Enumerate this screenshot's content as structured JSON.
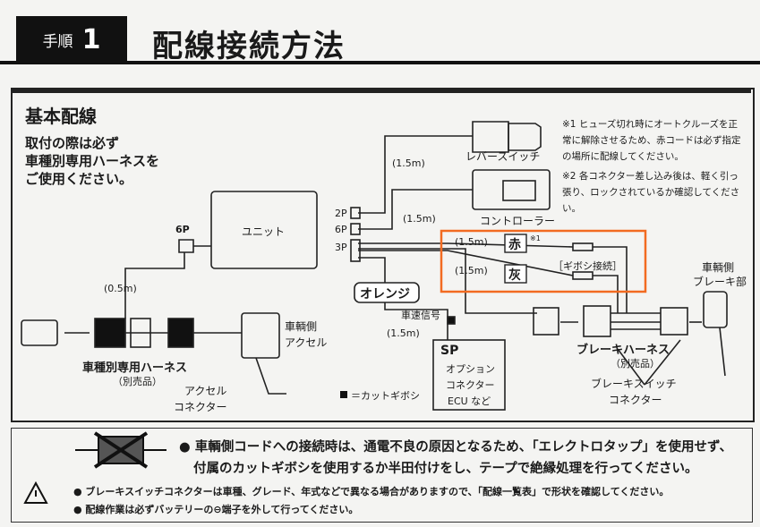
{
  "header": {
    "step_label": "手順",
    "step_number": "1",
    "title": "配線接続方法"
  },
  "section": {
    "title": "基本配線",
    "install_note_lines": [
      "取付の際は必ず",
      "車種別専用ハーネスを",
      "ご使用ください。"
    ]
  },
  "notes": {
    "note1": "※1 ヒューズ切れ時にオートクルーズを正常に解除させるため、赤コードは必ず指定の場所に配線してください。",
    "note2": "※2 各コネクター差し込み後は、軽く引っ張り、ロックされているか確認してください。"
  },
  "diagram": {
    "lever_switch": "レバースイッチ",
    "controller": "コントローラー",
    "unit": "ユニット",
    "port_2p": "2P",
    "port_6p": "6P",
    "port_3p": "3P",
    "port_6p_left": "6P",
    "len_lever": "(1.5m)",
    "len_controller": "(1.5m)",
    "len_red": "(1.5m)",
    "len_gray": "(1.5m)",
    "len_speed": "(1.5m)",
    "len_harness": "(0.5m)",
    "red_tag": "赤",
    "red_note_mark": "※1",
    "gray_tag": "灰",
    "gibosi_label": "［ギボシ接続］",
    "orange_tag": "オレンジ",
    "speed_signal": "車速信号",
    "sp_title": "SP",
    "sp_line1": "オプション",
    "sp_line2": "コネクター",
    "sp_line3": "ECU など",
    "cut_gibosi_legend": "＝カットギボシ",
    "vehicle_accel_1": "車輌側",
    "vehicle_accel_2": "アクセル",
    "accel_connector_1": "アクセル",
    "accel_connector_2": "コネクター",
    "harness_title": "車種別専用ハーネス",
    "harness_sub": "（別売品）",
    "brake_harness": "ブレーキハーネス",
    "brake_harness_sub": "（別売品）",
    "brake_switch_connector_1": "ブレーキスイッチ",
    "brake_switch_connector_2": "コネクター",
    "vehicle_brake_1": "車輌側",
    "vehicle_brake_2": "ブレーキ部"
  },
  "warning": {
    "main_line1": "● 車輌側コードへの接続時は、通電不良の原因となるため、「エレクトロタップ」を使用せず、",
    "main_line2": "付属のカットギボシを使用するか半田付けをし、テープで絶縁処理を行ってください。",
    "sub1": "● ブレーキスイッチコネクターは車種、グレード、年式などで異なる場合がありますので、「配線一覧表」で形状を確認してください。",
    "sub2": "● 配線作業は必ずバッテリーの⊖端子を外して行ってください。"
  },
  "colors": {
    "orange_highlight": "#f26b21",
    "ink": "#1a1a1a",
    "paper": "#f4f4f2"
  }
}
